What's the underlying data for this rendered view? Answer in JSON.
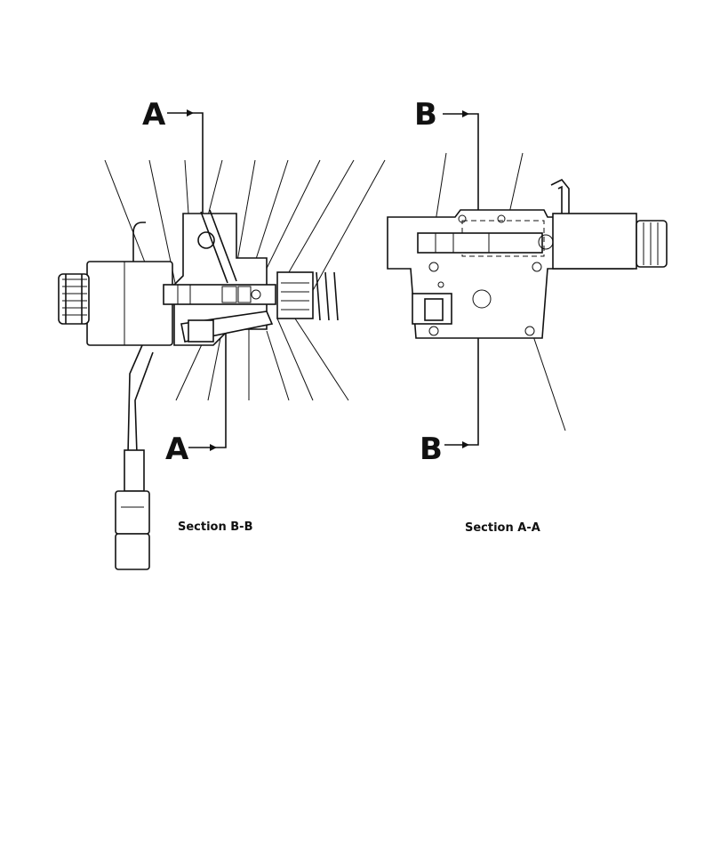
{
  "section_bb": {
    "cut_top": "A",
    "cut_bottom": "A",
    "caption": "Section B-B"
  },
  "section_aa": {
    "cut_top": "B",
    "cut_bottom": "B",
    "caption": "Section A-A"
  }
}
